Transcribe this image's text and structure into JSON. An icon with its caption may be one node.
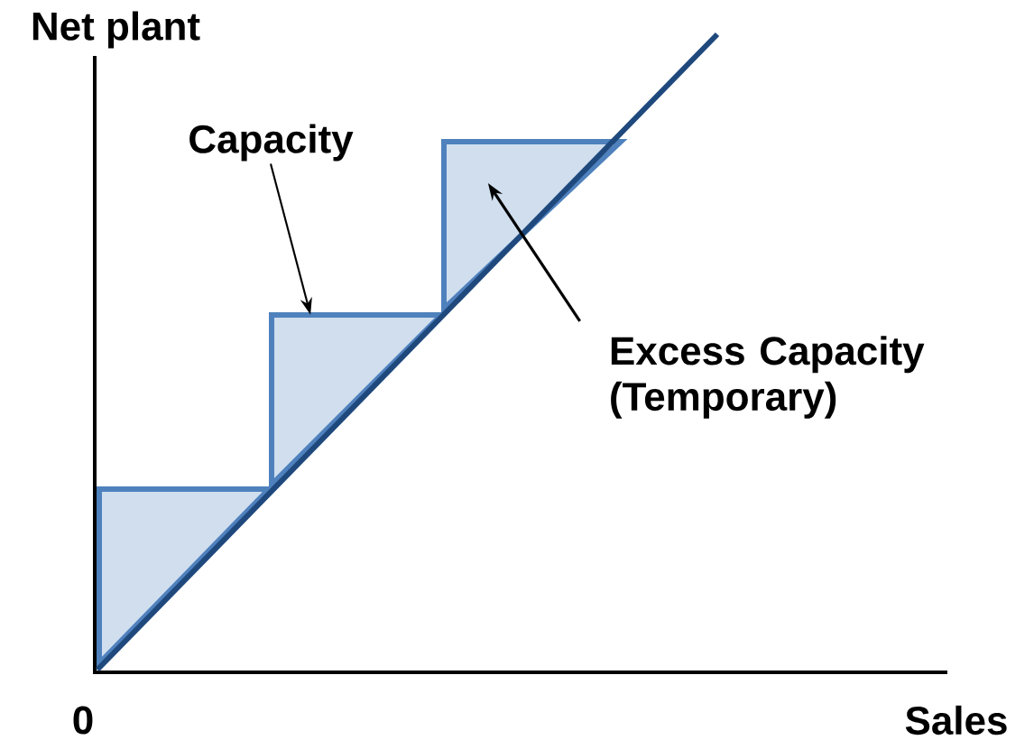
{
  "diagram": {
    "nodes": [
      {
        "text": [
          "Capacity"
        ]
      },
      {
        "text": [],
        "shape": "triangle"
      },
      {
        "text": [],
        "shape": "triangle"
      },
      {
        "text": [],
        "shape": "triangle"
      },
      {
        "text": [
          "Excess Capacity (Temporary)"
        ]
      }
    ],
    "edges": [
      {
        "from": 0,
        "to": 2,
        "arrow": "to"
      },
      {
        "from": 4,
        "to": 3,
        "arrow": "to"
      }
    ],
    "labels": [
      "Net plant",
      "0",
      "Sales"
    ]
  }
}
